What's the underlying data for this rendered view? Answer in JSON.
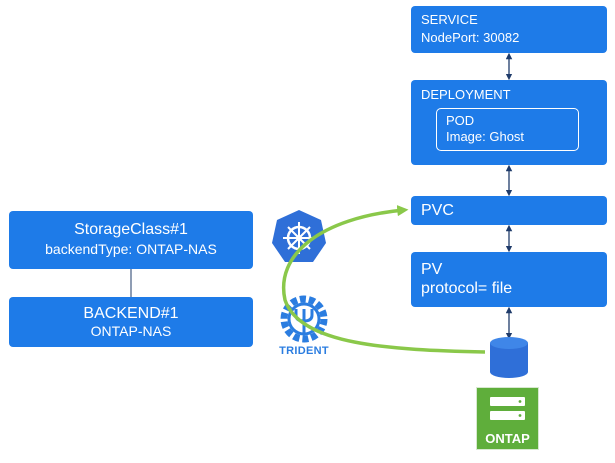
{
  "storage_class": {
    "title": "StorageClass#1",
    "subtitle": "backendType: ONTAP-NAS"
  },
  "backend": {
    "title": "BACKEND#1",
    "subtitle": "ONTAP-NAS"
  },
  "service": {
    "title": "SERVICE",
    "subtitle": "NodePort:  30082"
  },
  "deployment": {
    "title": "DEPLOYMENT"
  },
  "pod": {
    "title": "POD",
    "subtitle": "Image: Ghost"
  },
  "pvc": {
    "title": "PVC"
  },
  "pv": {
    "title": "PV",
    "subtitle": "protocol= file"
  },
  "logos": {
    "trident": "TRIDENT",
    "ontap": "ONTAP"
  },
  "icons": [
    "kubernetes-helm-icon",
    "trident-wheel-icon",
    "database-cylinder-icon",
    "ontap-storage-icon"
  ],
  "colors": {
    "box_blue": "#1e7be8",
    "flow_green": "#8ac84a",
    "ontap_green": "#5fae3b",
    "arrow_navy": "#1f3b6a"
  }
}
